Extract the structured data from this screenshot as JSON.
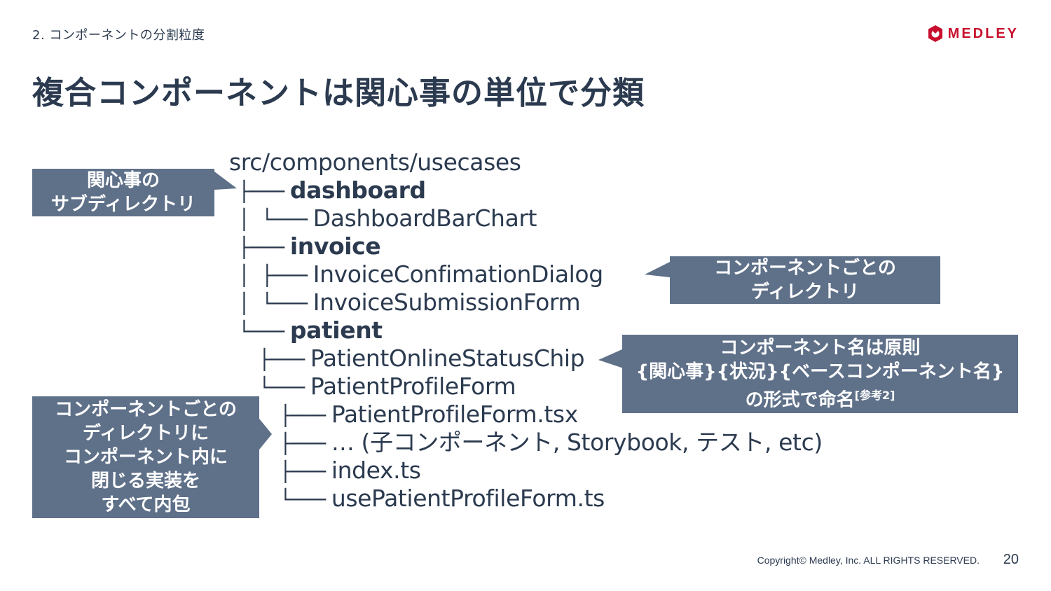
{
  "header": {
    "breadcrumb": "2.  コンポーネントの分割粒度",
    "logo_text": "MEDLEY",
    "title": "複合コンポーネントは関心事の単位で分類"
  },
  "tree": {
    "root": "src/components/usecases",
    "lines": [
      {
        "branch": "├───",
        "label": "dashboard"
      },
      {
        "branch": "│    └───",
        "label": "DashboardBarChart"
      },
      {
        "branch": "├───",
        "label": "invoice"
      },
      {
        "branch": "│    ├───",
        "label": "InvoiceConfimationDialog"
      },
      {
        "branch": "│    └───",
        "label": "InvoiceSubmissionForm"
      },
      {
        "branch": "└───",
        "label": "patient"
      },
      {
        "branch": "├───",
        "label": "PatientOnlineStatusChip"
      },
      {
        "branch": "└───",
        "label": "PatientProfileForm"
      },
      {
        "branch": "├───",
        "label": "PatientProfileForm.tsx"
      },
      {
        "branch": "├───",
        "label": "… (子コンポーネント, Storybook, テスト, etc)"
      },
      {
        "branch": "├───",
        "label": "index.ts"
      },
      {
        "branch": "└───",
        "label": "usePatientProfileForm.ts"
      }
    ]
  },
  "callouts": {
    "subdir": {
      "line1": "関心事の",
      "line2": "サブディレクトリ"
    },
    "component_dir": {
      "line1": "コンポーネントごとの",
      "line2": "ディレクトリ"
    },
    "naming": {
      "line1": "コンポーネント名は原則",
      "line2": "{関心事}{状況}{ベースコンポーネント名}",
      "line3": "の形式で命名",
      "ref": "[参考2]"
    },
    "encapsulate": {
      "line1": "コンポーネントごとの",
      "line2": "ディレクトリに",
      "line3": "コンポーネント内に",
      "line4": "閉じる実装を",
      "line5": "すべて内包"
    }
  },
  "footer": {
    "copyright": "Copyright© Medley, Inc. ALL RIGHTS RESERVED.",
    "page": "20"
  },
  "colors": {
    "text": "#2b3a4f",
    "callout_bg": "#5f7089",
    "brand_red": "#c8102e"
  }
}
